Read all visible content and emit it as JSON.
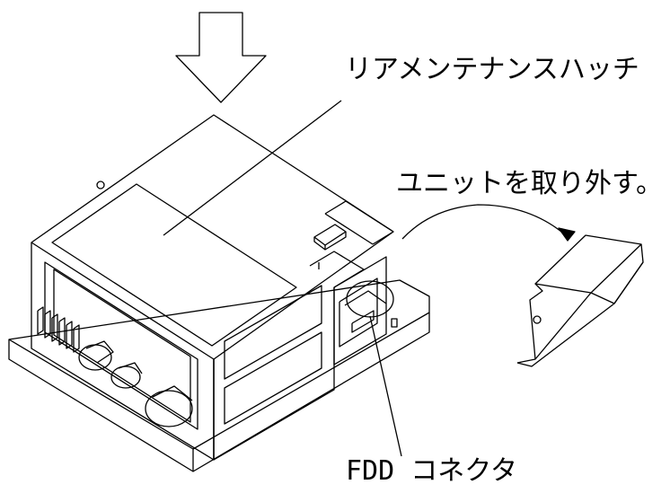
{
  "labels": {
    "rear_hatch": "リアメンテナンスハッチ",
    "remove_unit": "ユニットを取り外す。",
    "fdd_connector": "FDD コネクタ"
  },
  "colors": {
    "line": "#000000",
    "background": "#ffffff"
  },
  "icons": {
    "push_down": "down-arrow-outline",
    "removal": "curved-arrow-right"
  }
}
